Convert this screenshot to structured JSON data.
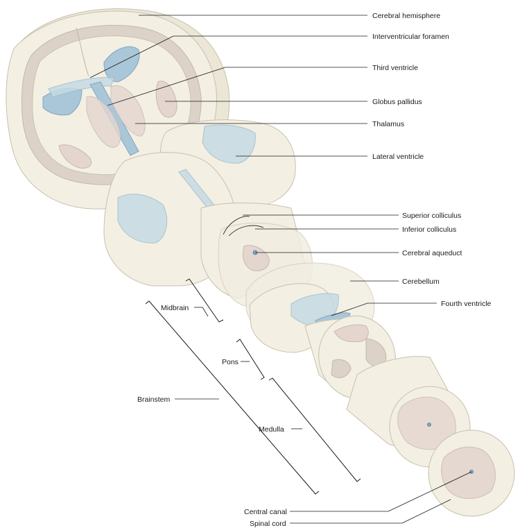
{
  "diagram": {
    "labels": {
      "cerebral_hemisphere": "Cerebral hemisphere",
      "interventricular_foramen": "Interventricular foramen",
      "third_ventricle": "Third ventricle",
      "globus_pallidus": "Globus pallidus",
      "thalamus": "Thalamus",
      "lateral_ventricle": "Lateral ventricle",
      "superior_colliculus": "Superior colliculus",
      "inferior_colliculus": "Inferior colliculus",
      "cerebral_aqueduct": "Cerebral aqueduct",
      "cerebellum": "Cerebellum",
      "fourth_ventricle": "Fourth ventricle",
      "midbrain": "Midbrain",
      "pons": "Pons",
      "brainstem": "Brainstem",
      "medulla": "Medulla",
      "central_canal": "Central canal",
      "spinal_cord": "Spinal cord"
    },
    "colors": {
      "tissue": "#f3efe3",
      "grey_matter": "#e4d6cf",
      "ventricle": "#a9c7d9",
      "line": "#1a1a1a"
    }
  }
}
